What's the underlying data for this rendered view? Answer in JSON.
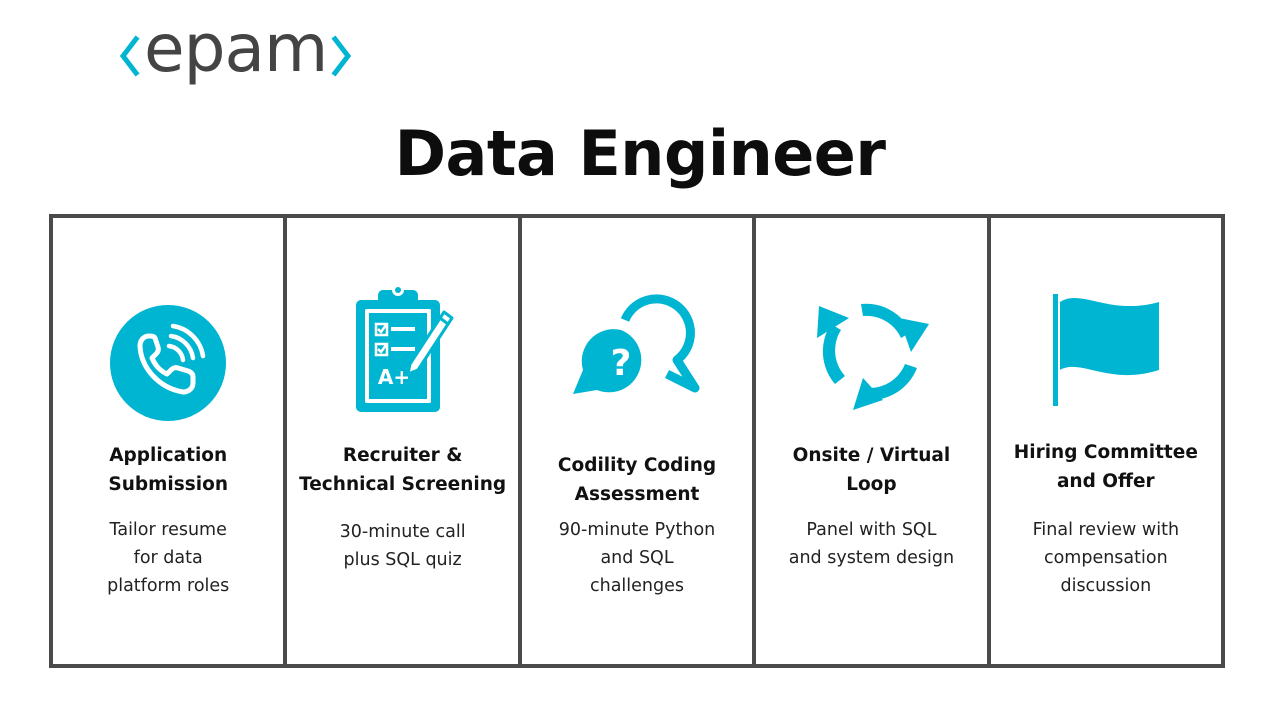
{
  "brand": {
    "name": "epam",
    "color": "#00b5d1"
  },
  "title": "Data Engineer",
  "stages": [
    {
      "icon": "phone-icon",
      "title": "Application\nSubmission",
      "description": "Tailor resume\nfor data\nplatform roles"
    },
    {
      "icon": "clipboard-checklist-icon",
      "title": "Recruiter &\nTechnical Screening",
      "description": "30-minute call\nplus SQL quiz"
    },
    {
      "icon": "question-chat-icon",
      "title": "Codility Coding\nAssessment",
      "description": "90-minute Python\nand SQL\nchallenges"
    },
    {
      "icon": "cycle-arrows-icon",
      "title": "Onsite / Virtual\nLoop",
      "description": "Panel with SQL\nand system design"
    },
    {
      "icon": "flag-icon",
      "title": "Hiring Committee\nand Offer",
      "description": "Final review with\ncompensation\ndiscussion"
    }
  ]
}
